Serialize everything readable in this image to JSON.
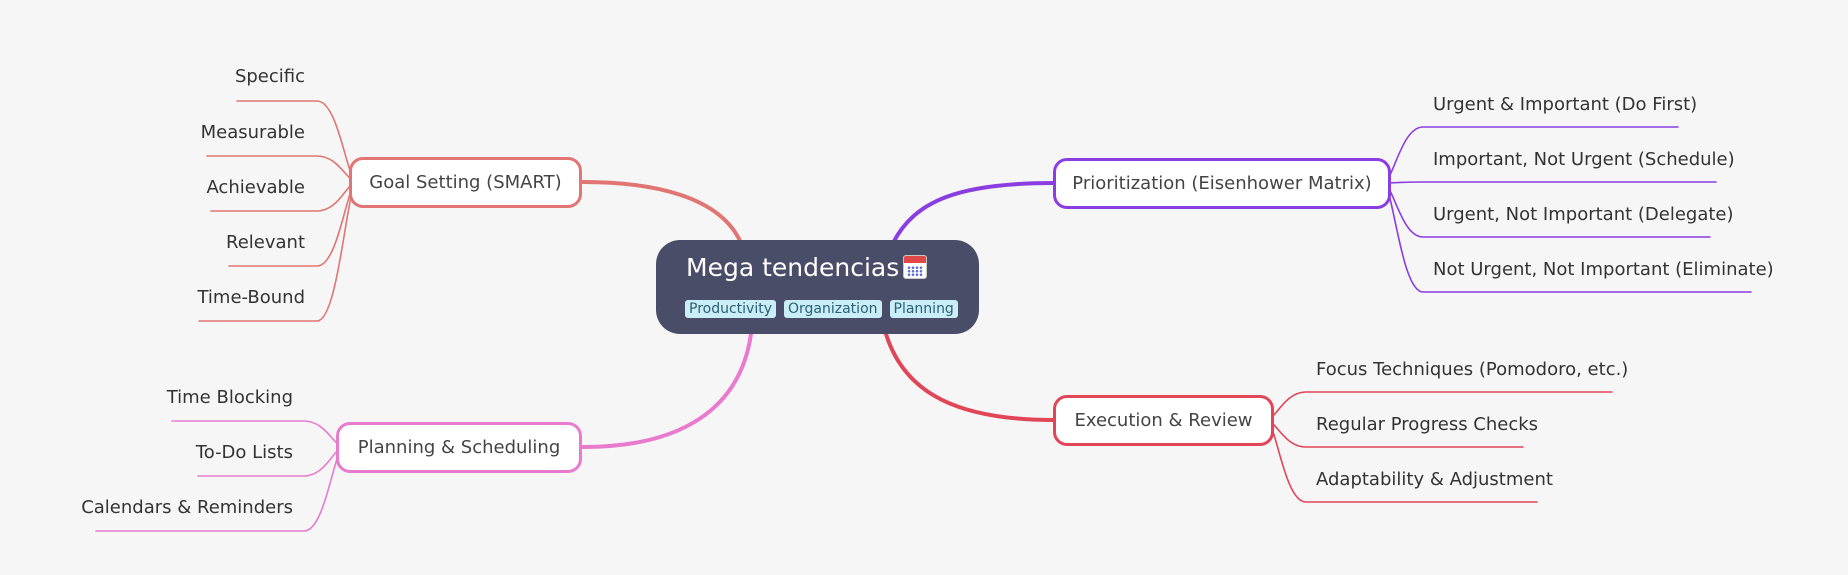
{
  "central": {
    "title": "Mega tendencias",
    "icon": "calendar-icon",
    "tags": [
      "Productivity",
      "Organization",
      "Planning"
    ]
  },
  "branches": [
    {
      "label": "Goal Setting (SMART)",
      "color": "#e07573",
      "children": [
        "Specific",
        "Measurable",
        "Achievable",
        "Relevant",
        "Time-Bound"
      ]
    },
    {
      "label": "Planning & Scheduling",
      "color": "#e97bcf",
      "children": [
        "Time Blocking",
        "To-Do Lists",
        "Calendars & Reminders"
      ]
    },
    {
      "label": "Prioritization (Eisenhower Matrix)",
      "color": "#8a3de0",
      "children": [
        "Urgent & Important (Do First)",
        "Important, Not Urgent (Schedule)",
        "Urgent, Not Important (Delegate)",
        "Not Urgent, Not Important (Eliminate)"
      ]
    },
    {
      "label": "Execution & Review",
      "color": "#e04558",
      "children": [
        "Focus Techniques (Pomodoro, etc.)",
        "Regular Progress Checks",
        "Adaptability & Adjustment"
      ]
    }
  ]
}
